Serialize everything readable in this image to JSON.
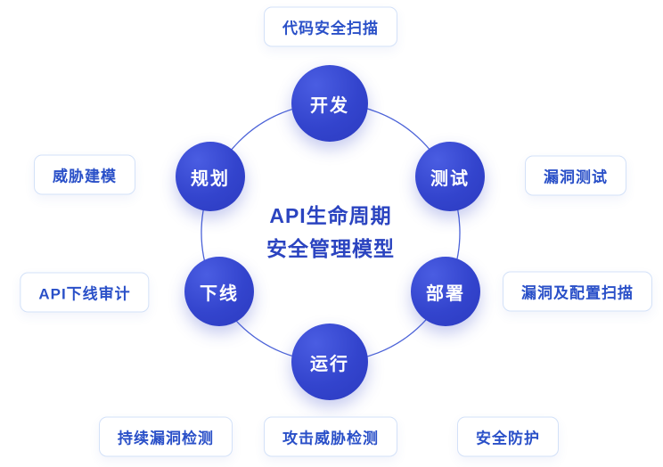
{
  "diagram": {
    "title_line1": "API生命周期",
    "title_line2": "安全管理模型",
    "nodes": [
      {
        "id": "develop",
        "label": "开发"
      },
      {
        "id": "test",
        "label": "测试"
      },
      {
        "id": "deploy",
        "label": "部署"
      },
      {
        "id": "run",
        "label": "运行"
      },
      {
        "id": "offline",
        "label": "下线"
      },
      {
        "id": "plan",
        "label": "规划"
      }
    ],
    "badges": [
      {
        "id": "code-security-scan",
        "label": "代码安全扫描"
      },
      {
        "id": "threat-modeling",
        "label": "威胁建模"
      },
      {
        "id": "vulnerability-test",
        "label": "漏洞测试"
      },
      {
        "id": "api-offline-audit",
        "label": "API下线审计"
      },
      {
        "id": "vuln-and-config-scan",
        "label": "漏洞及配置扫描"
      },
      {
        "id": "continuous-vuln-detect",
        "label": "持续漏洞检测"
      },
      {
        "id": "attack-threat-detect",
        "label": "攻击威胁检测"
      },
      {
        "id": "security-protection",
        "label": "安全防护"
      }
    ],
    "colors": {
      "node_fill": "#3344cd",
      "node_text": "#ffffff",
      "badge_text": "#2a50c8",
      "badge_border": "#d3e1f8",
      "title_text": "#2b44c0",
      "ring_stroke": "#4c63d8"
    }
  }
}
